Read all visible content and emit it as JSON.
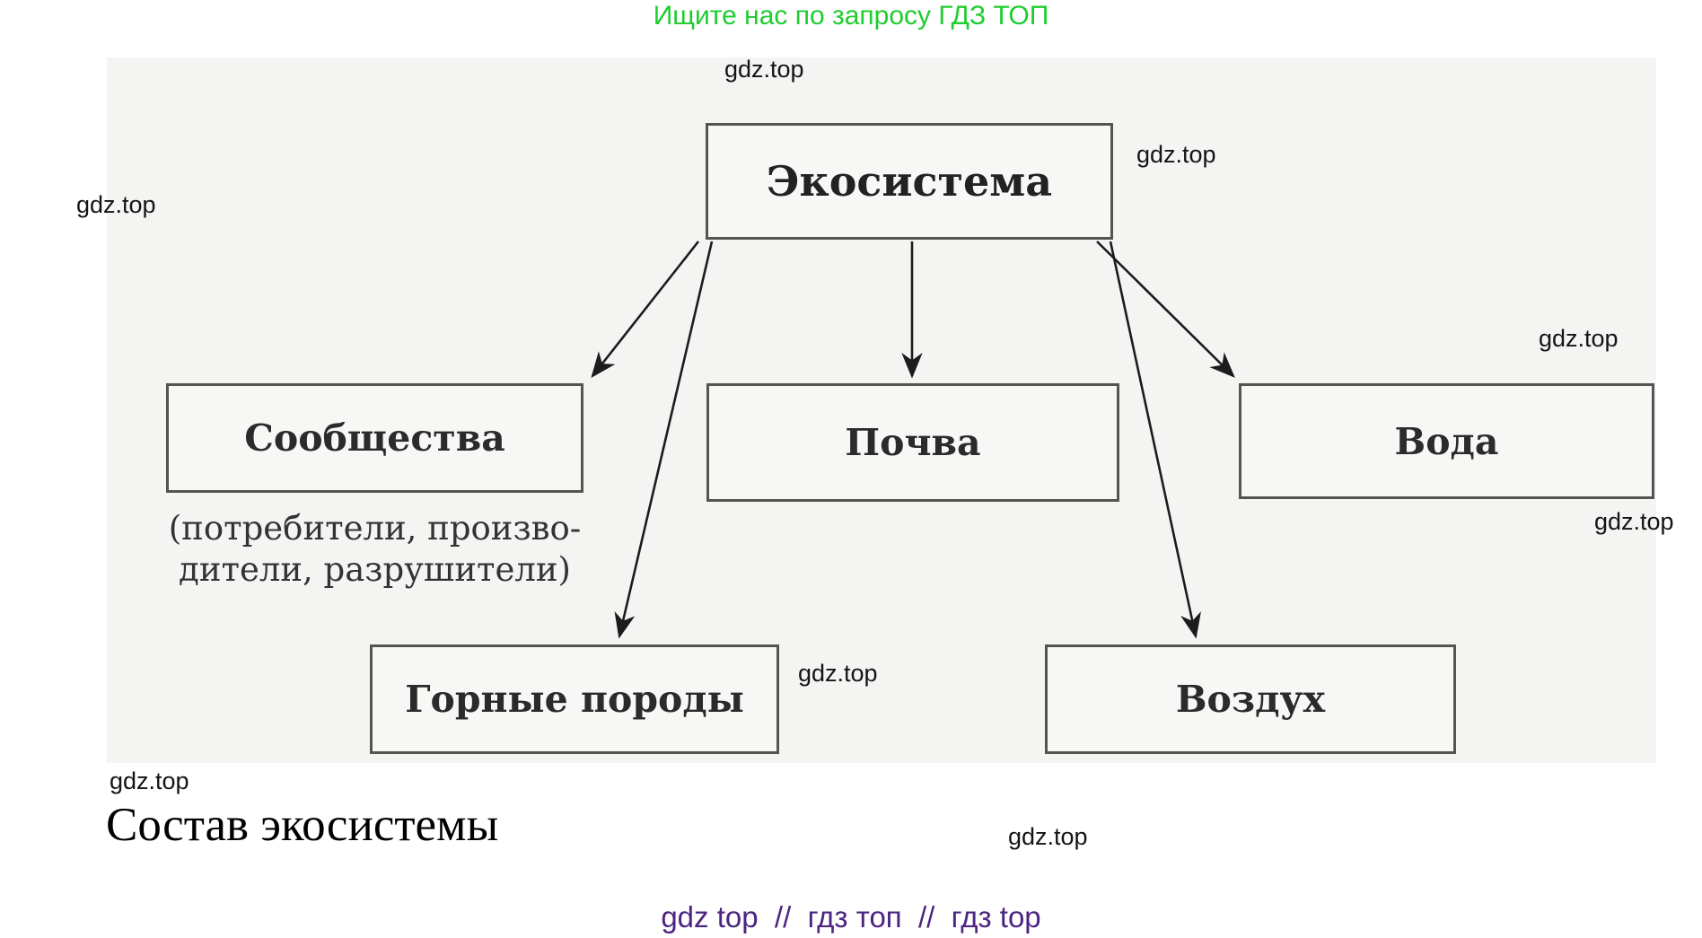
{
  "promo": {
    "text": "Ищите нас по запросу ГДЗ ТОП",
    "color": "#1ecd2e"
  },
  "watermark": "gdz.top",
  "diagram": {
    "root_label": "Экосистема",
    "communities_label": "Сообщества",
    "communities_note_line1": "(потребители, произво-",
    "communities_note_line2": "дители, разрушители)",
    "soil_label": "Почва",
    "water_label": "Вода",
    "rocks_label": "Горные породы",
    "air_label": "Воздух"
  },
  "caption": "Состав экосистемы",
  "footer": {
    "text": "gdz top  //  гдз топ  //  гдз top",
    "color": "#4c2582"
  }
}
